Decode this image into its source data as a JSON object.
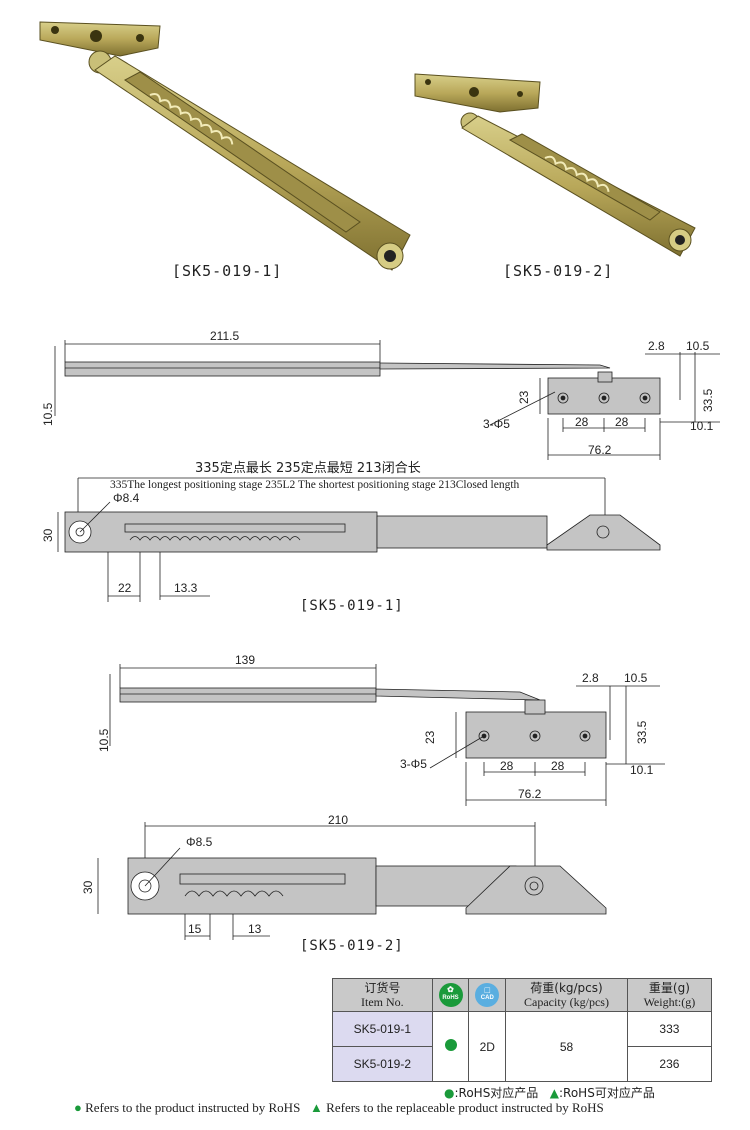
{
  "photos": {
    "label_1": "[SK5-019-1]",
    "label_2": "[SK5-019-2]"
  },
  "drawing_1": {
    "dims": {
      "len": "211.5",
      "d28a": "2.8",
      "d105a": "10.5",
      "d335": "33.5",
      "d23": "23",
      "holes": "3-Φ5",
      "p28a": "28",
      "p28b": "28",
      "d101": "10.1",
      "d762": "76.2",
      "d105_left": "10.5"
    },
    "heading_cn": "335定点最长  235定点最短  213闭合长",
    "heading_en": "335The longest  positioning stage  235L2 The shortest positioning stage  213Closed length",
    "dia": "Φ8.4",
    "h30": "30",
    "p22": "22",
    "p133": "13.3",
    "caption": "[SK5-019-1]"
  },
  "drawing_2": {
    "dims": {
      "len": "139",
      "d28a": "2.8",
      "d105a": "10.5",
      "d335": "33.5",
      "d23": "23",
      "holes": "3-Φ5",
      "p28a": "28",
      "p28b": "28",
      "d101": "10.1",
      "d762": "76.2",
      "d105_left": "10.5"
    },
    "len210": "210",
    "dia": "Φ8.5",
    "h30": "30",
    "p15": "15",
    "p13": "13",
    "caption": "[SK5-019-2]"
  },
  "table": {
    "col_item_cn": "订货号",
    "col_item_en": "Item No.",
    "rohs_badge": "RoHS",
    "cad_badge": "CAD",
    "col_cap_cn": "荷重(kg/pcs)",
    "col_cap_en": "Capacity (kg/pcs)",
    "col_weight_cn": "重量(g)",
    "col_weight_en": "Weight:(g)",
    "rows": [
      {
        "item": "SK5-019-1",
        "weight": "333"
      },
      {
        "item": "SK5-019-2",
        "weight": "236"
      }
    ],
    "cad_value": "2D",
    "capacity": "58"
  },
  "legend": {
    "cn_rohs": ":RoHS对应产品",
    "cn_replace": ":RoHS可对应产品",
    "en_rohs": "Refers to the product instructed by RoHS",
    "en_replace": "Refers to the replaceable product instructed by RoHS"
  },
  "colors": {
    "rohs_green": "#1a9a3a",
    "cad_blue": "#5aaee0",
    "item_bg": "#dcdaf0",
    "header_bg": "#c9c9c9",
    "part_fill": "#c4c4c4"
  }
}
